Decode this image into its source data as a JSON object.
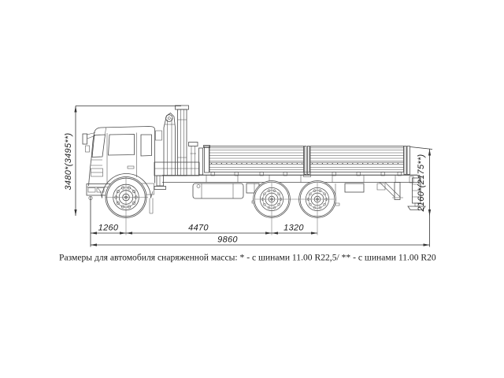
{
  "drawing": {
    "caption": "Размеры для автомобиля снаряженной массы: * - с шинами 11.00 R22,5/ ** - с шинами 11.00 R20",
    "dimensions": {
      "overall_height": "3480*(3495**)",
      "platform_height": "2160*(2175**)",
      "front_overhang": "1260",
      "wheelbase": "4470",
      "rear_bogie_base": "1320",
      "overall_length": "9860"
    },
    "colors": {
      "line": "#4b4b4b",
      "dim_line": "#333333",
      "text": "#1c1c1c",
      "background": "#ffffff"
    }
  }
}
